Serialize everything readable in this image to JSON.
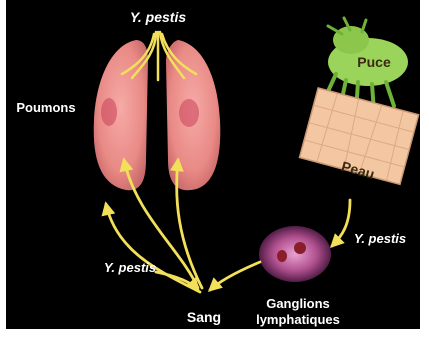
{
  "labels": {
    "ypestis_top": "Y. pestis",
    "ypestis_right": "Y. pestis",
    "ypestis_left": "Y. pestis",
    "poumons": "Poumons",
    "puce": "Puce",
    "peau": "Peau",
    "sang": "Sang",
    "ganglions_line1": "Ganglions",
    "ganglions_line2": "lymphatiques"
  },
  "colors": {
    "background": "#000000",
    "lung": "#e98a86",
    "flea": "#9bd45a",
    "skin": "#f2c7a2",
    "arrow": "#f3e05a",
    "node": "#b0508e"
  }
}
